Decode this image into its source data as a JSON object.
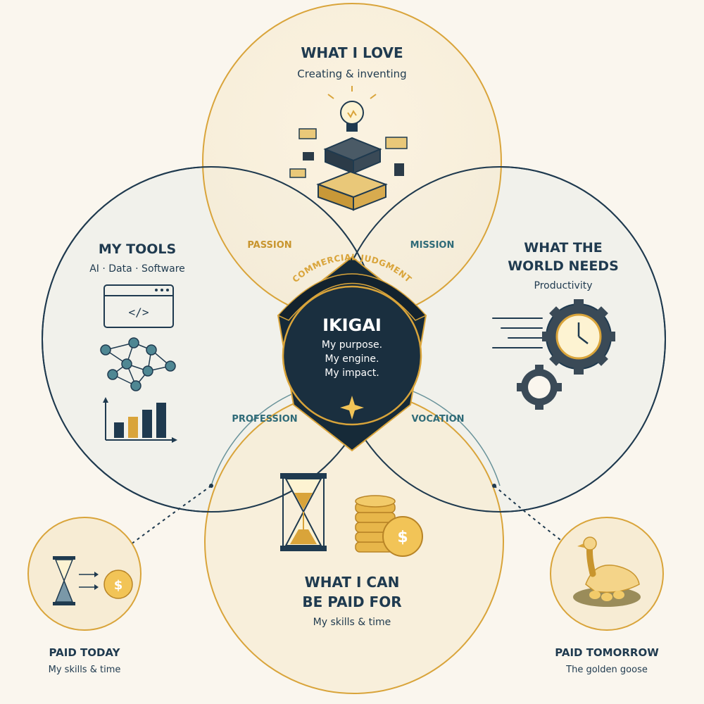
{
  "love": {
    "title": "WHAT I LOVE",
    "subtitle": "Creating & inventing",
    "icon": "lightbulb-lego-icon"
  },
  "tools": {
    "title": "MY TOOLS",
    "subtitle": "AI · Data · Software",
    "icons": [
      "code-window-icon",
      "network-graph-icon",
      "bar-chart-icon"
    ]
  },
  "world": {
    "title_line1": "WHAT THE",
    "title_line2": "WORLD NEEDS",
    "subtitle": "Productivity",
    "icon": "clock-gears-icon"
  },
  "paid": {
    "title_line1": "WHAT I CAN",
    "title_line2": "BE PAID FOR",
    "subtitle": "My skills & time",
    "icon": "hourglass-coins-icon"
  },
  "overlaps": {
    "passion": "PASSION",
    "mission": "MISSION",
    "profession": "PROFESSION",
    "vocation": "VOCATION"
  },
  "center": {
    "ring_label": "COMMERCIAL JUDGMENT",
    "title": "IKIGAI",
    "line1": "My purpose.",
    "line2": "My engine.",
    "line3": "My impact.",
    "icon": "sparkle-icon"
  },
  "paid_today": {
    "title": "PAID TODAY",
    "subtitle": "My skills & time",
    "icon": "hourglass-to-coin-icon"
  },
  "paid_tomorrow": {
    "title": "PAID TOMORROW",
    "subtitle": "The golden goose",
    "icon": "golden-goose-icon"
  },
  "colors": {
    "navy": "#1f3a4f",
    "gold": "#d9a43a",
    "teal": "#2f6b78",
    "cream": "#faf6ee"
  }
}
